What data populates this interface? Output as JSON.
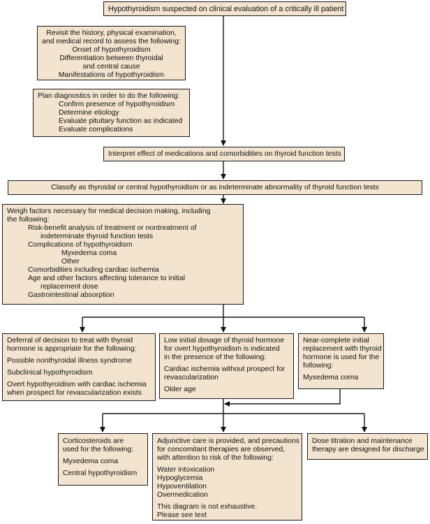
{
  "boxes": {
    "top": [
      "Hypothyroidism suspected on clinical evaluation of a critically ill patient"
    ],
    "revisit": [
      "Revisit the history, physical examination,",
      "and medical record to assess the following:",
      "Onset of hypothyroidism",
      "Differentiation between thyroidal",
      "and central cause",
      "Manifestations of hypothyroidism"
    ],
    "plan": [
      "Plan diagnostics in order to do the following:",
      "Confirm presence of hypothyroidism",
      "Determine etiology",
      "Evaluate pituitary function as indicated",
      "Evaluate complications"
    ],
    "interpret": [
      "Interpret effect of medications and comorbidities on thyroid function tests"
    ],
    "classify": [
      "Classify as thyroidal or central hypothyroidism or as indeterminate abnormality of thyroid function tests"
    ],
    "weigh": [
      "Weigh factors necessary for medical decision making, including",
      "the following:",
      "Risk-benefit analysis of treatment or nontreatment of",
      "indeterminate thyroid function tests",
      "Complications of hypothyroidism",
      "Myxedema coma",
      "Other",
      "Comorbidities including cardiac ischemia",
      "Age and other factors affecting tolerance to initial",
      "replacement dose",
      "Gastrointestinal absorption"
    ],
    "deferral": [
      "Deferral of decision to treat with thyroid",
      "hormone is appropriate for the following:",
      "Possible nonthyroidal illness syndrome",
      "Subclinical hypothyroidism",
      "Overt hypothyroidism with cardiac ischemia",
      "when prospect for revascularization exists"
    ],
    "low_dose": [
      "Low initial dosage of thyroid hormone",
      "for overt hypothyroidism is indicated",
      "in the presence of the following:",
      "Cardiac ischemia without prospect for",
      "revascularization",
      "Older age"
    ],
    "near_complete": [
      "Near-complete initial",
      "replacement with thyroid",
      "hormone is used for the",
      "following:",
      "Myxedema coma"
    ],
    "corticosteroids": [
      "Corticosteroids are",
      "used for the following:",
      "Myxedema coma",
      "Central hypothyroidism"
    ],
    "adjunctive": [
      "Adjunctive care is provided, and precautions",
      "for concomitant therapies are observed,",
      "with attention to risk of the following:",
      "Water intoxication",
      "Hypoglycemia",
      "Hypoventilation",
      "Overmedication",
      "This diagram is not exhaustive.",
      "Please see text"
    ],
    "dose_titration": [
      "Dose titration and maintenance",
      "therapy are designed for discharge"
    ]
  }
}
